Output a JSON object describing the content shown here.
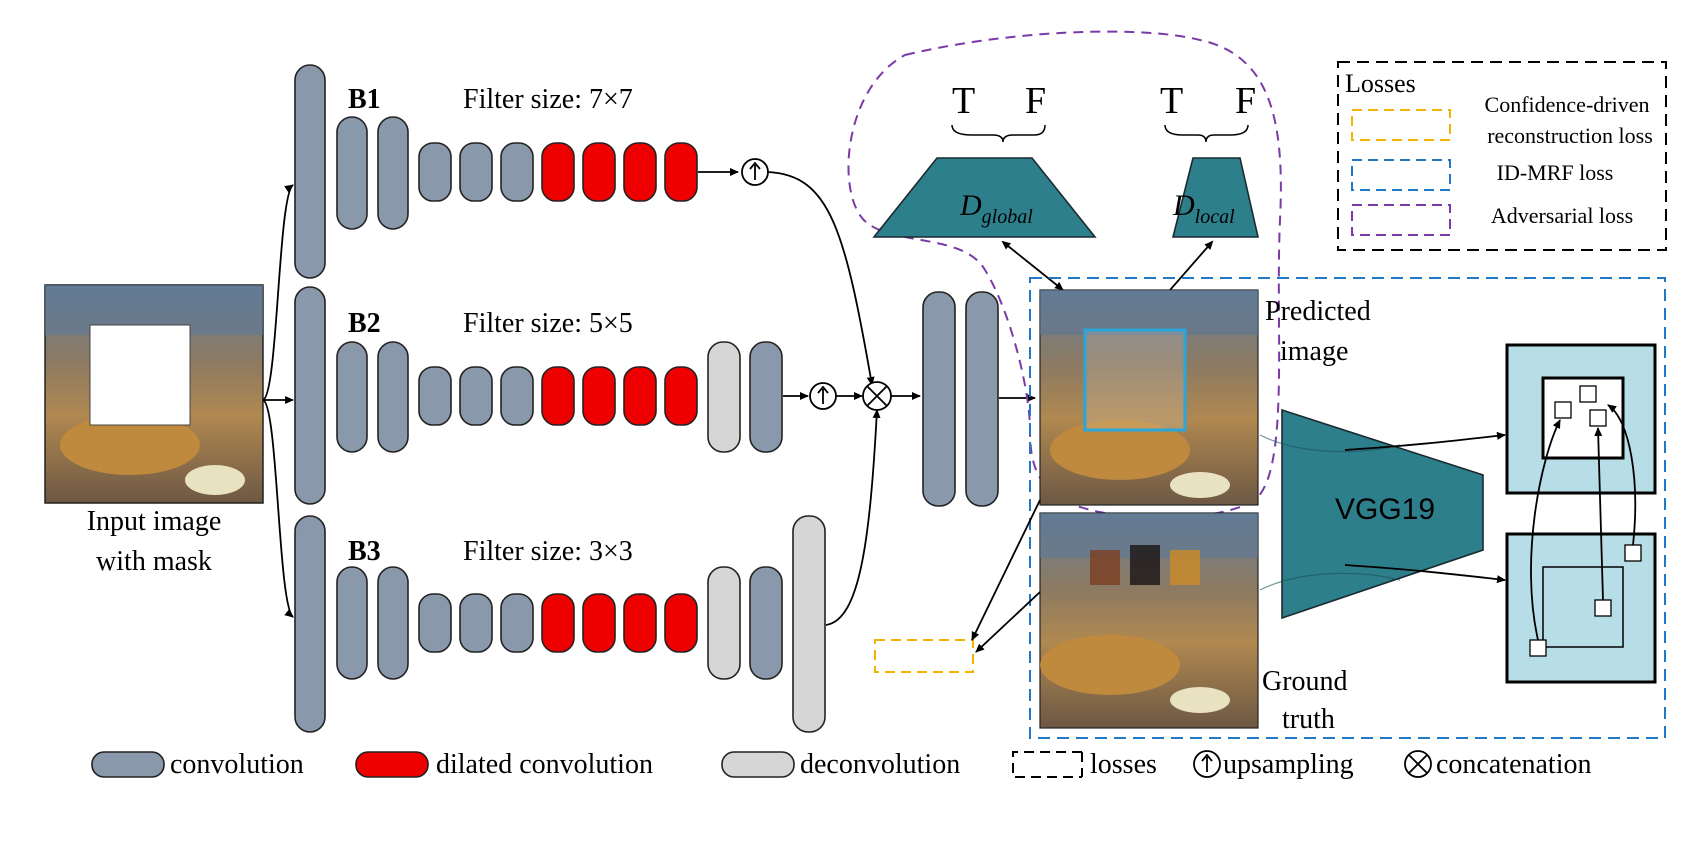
{
  "input_image": {
    "line1": "Input image",
    "line2": "with mask"
  },
  "branches": [
    {
      "name": "B1",
      "filter": "Filter size: 7×7"
    },
    {
      "name": "B2",
      "filter": "Filter size: 5×5"
    },
    {
      "name": "B3",
      "filter": "Filter size: 3×3"
    }
  ],
  "discriminators": {
    "global": {
      "base": "D",
      "sub": "global",
      "t": "T",
      "f": "F"
    },
    "local": {
      "base": "D",
      "sub": "local",
      "t": "T",
      "f": "F"
    }
  },
  "predicted": {
    "line1": "Predicted",
    "line2": "image"
  },
  "ground": {
    "line1": "Ground",
    "line2": "truth"
  },
  "vgg": "VGG19",
  "losses_box": {
    "title": "Losses",
    "items": [
      {
        "line1": "Confidence-driven",
        "line2": "reconstruction loss",
        "color": "#f2b400"
      },
      {
        "line1": "ID-MRF loss",
        "line2": "",
        "color": "#1f78c8"
      },
      {
        "line1": "Adversarial loss",
        "line2": "",
        "color": "#7a3aa8"
      }
    ]
  },
  "legend": {
    "convolution": "convolution",
    "dilated": "dilated convolution",
    "deconvolution": "deconvolution",
    "losses": "losses",
    "upsampling": "upsampling",
    "concatenation": "concatenation"
  },
  "colors": {
    "conv": "#8a98ab",
    "dilated": "#ee0000",
    "deconv": "#d6d6d6",
    "teal": "#2e7f8c",
    "feature": "#b7dde6"
  }
}
